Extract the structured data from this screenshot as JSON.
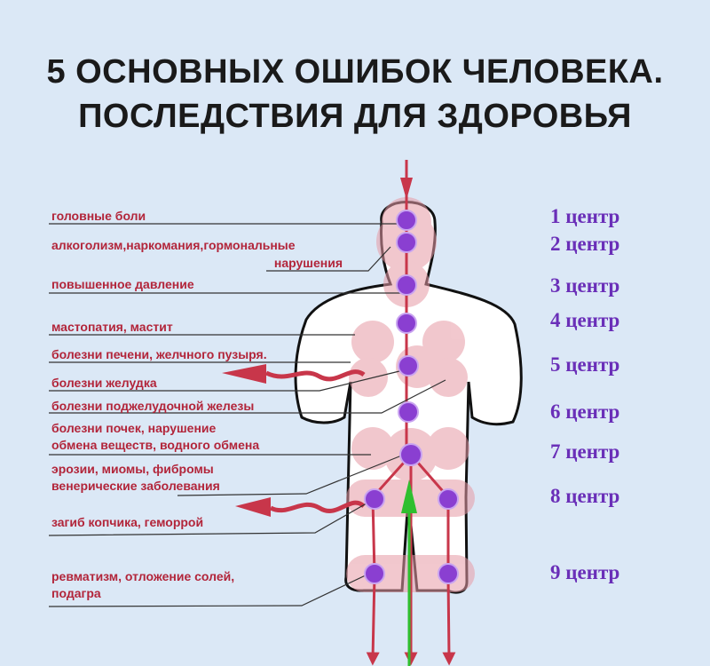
{
  "title": {
    "line1": "5 ОСНОВНЫХ ОШИБОК ЧЕЛОВЕКА.",
    "line2": "ПОСЛЕДСТВИЯ ДЛЯ ЗДОРОВЬЯ"
  },
  "labels": [
    "головные боли",
    "алкоголизм,наркомания,гормональные",
    "нарушения",
    "повышенное давление",
    "мастопатия, мастит",
    "болезни печени, желчного пузыря.",
    "болезни желудка",
    "болезни поджелудочной железы",
    "болезни почек, нарушение",
    "обмена веществ, водного обмена",
    "эрозии, миомы, фибромы",
    "венерические заболевания",
    "загиб копчика, геморрой",
    "ревматизм, отложение солей,",
    "подагра"
  ],
  "centers": [
    "1 центр",
    "2 центр",
    "3 центр",
    "4 центр",
    "5 центр",
    "6 центр",
    "7 центр",
    "8 центр",
    "9 центр"
  ],
  "colors": {
    "background": "#dbe8f6",
    "label_text": "#b2253a",
    "center_text": "#6a2fb8",
    "node": "#8a3fd1",
    "arrow_down": "#c8364a",
    "arrow_up": "#2fbf2f",
    "halo": "#e79aa6"
  }
}
